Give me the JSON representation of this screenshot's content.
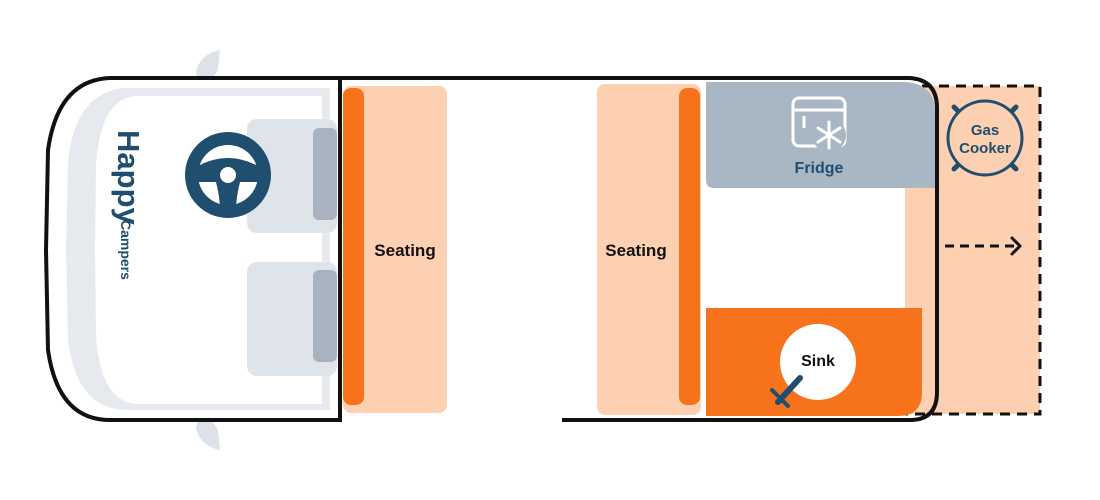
{
  "brand": {
    "name": "Happy",
    "sub": "Campers"
  },
  "labels": {
    "seating_left": "Seating",
    "seating_right": "Seating",
    "fridge": "Fridge",
    "sink": "Sink",
    "gas_cooker_line1": "Gas",
    "gas_cooker_line2": "Cooker"
  },
  "colors": {
    "outline": "#111111",
    "orange": "#f6731c",
    "peach": "#fdd0b2",
    "fridge": "#a9b7c5",
    "navy": "#1f4e6e",
    "seat_grey": "#dfe3ea",
    "seat_dark": "#a9b3c0",
    "cab_light": "#e6e9ee",
    "mirror": "#dde2e8",
    "white": "#ffffff"
  }
}
